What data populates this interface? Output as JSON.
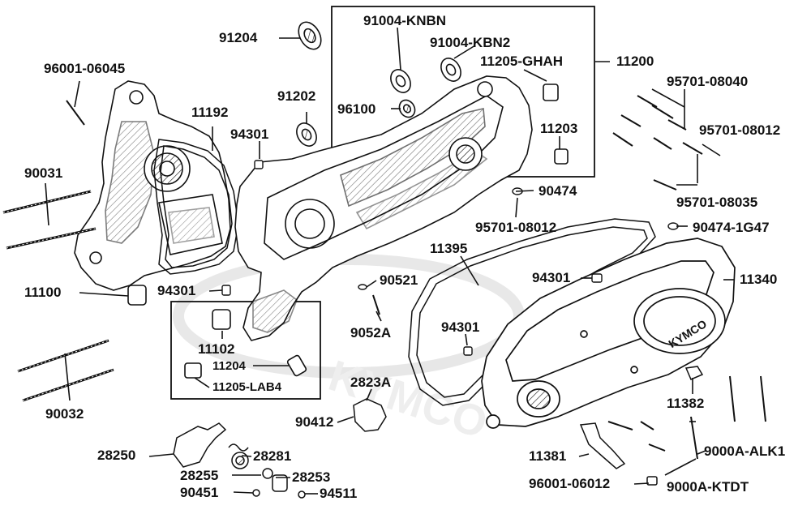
{
  "parts": {
    "p91204": "91204",
    "p96001_06045": "96001-06045",
    "p91004_KNBN": "91004-KNBN",
    "p91004_KBN2": "91004-KBN2",
    "p11205_GHAH": "11205-GHAH",
    "p11200": "11200",
    "p91202": "91202",
    "p11192": "11192",
    "p96100": "96100",
    "p94301_top": "94301",
    "p11203": "11203",
    "p95701_08040": "95701-08040",
    "p95701_08012_right": "95701-08012",
    "p90031": "90031",
    "p90474": "90474",
    "p95701_08035": "95701-08035",
    "p95701_08012_mid": "95701-08012",
    "p90474_1G47": "90474-1G47",
    "p11395": "11395",
    "p11100": "11100",
    "p90521": "90521",
    "p94301_mid": "94301",
    "p94301_left": "94301",
    "p11340": "11340",
    "p9052A": "9052A",
    "p94301_low": "94301",
    "p11102": "11102",
    "p11204": "11204",
    "p11205_LAB4": "11205-LAB4",
    "p2823A": "2823A",
    "p11382": "11382",
    "p90032": "90032",
    "p90412": "90412",
    "p28250": "28250",
    "p28281": "28281",
    "p9000A_ALK1": "9000A-ALK1",
    "p11381": "11381",
    "p28255": "28255",
    "p28253": "28253",
    "p96001_06012": "96001-06012",
    "p9000A_KTDT": "9000A-KTDT",
    "p90451": "90451",
    "p94511": "94511"
  },
  "cover_logo": "KYMCO",
  "watermark": "KYMCO",
  "colors": {
    "ink": "#111111",
    "fill": "#ffffff",
    "shade": "#d9d9d9",
    "watermark": "#e6e6e6"
  }
}
